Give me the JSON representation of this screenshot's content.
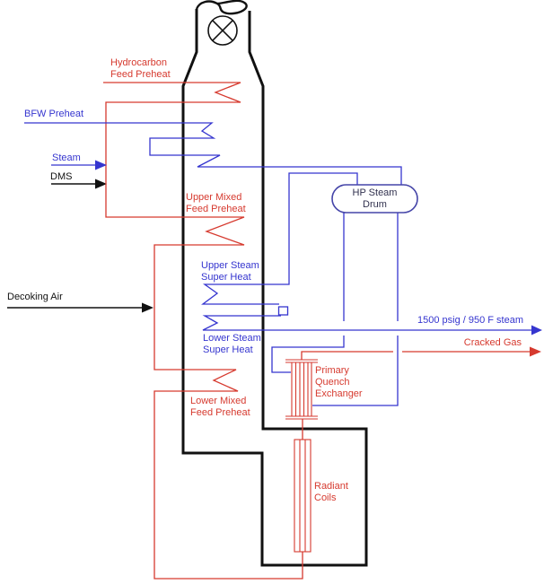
{
  "diagram_type": "ethylene-cracking-furnace-process-diagram",
  "labels": {
    "hydrocarbon_feed_preheat": "Hydrocarbon\nFeed Preheat",
    "bfw_preheat": "BFW Preheat",
    "steam": "Steam",
    "dms": "DMS",
    "upper_mixed_feed_preheat": "Upper Mixed\nFeed Preheat",
    "hp_steam_drum": "HP Steam\nDrum",
    "upper_steam_super_heat": "Upper Steam\nSuper Heat",
    "decoking_air": "Decoking Air",
    "steam_header": "1500 psig / 950 F steam",
    "lower_steam_super_heat": "Lower Steam\nSuper Heat",
    "cracked_gas": "Cracked Gas",
    "primary_quench_exchanger": "Primary\nQuench\nExchanger",
    "lower_mixed_feed_preheat": "Lower Mixed\nFeed Preheat",
    "radiant_coils": "Radiant\nCoils"
  },
  "colors": {
    "feed_lines": "#d63a2f",
    "steam_lines": "#3535cf",
    "outline": "#111111",
    "drum_outline": "#4545a8",
    "drum_text": "#32324f",
    "black_lines": "#111111",
    "background": "#ffffff"
  }
}
